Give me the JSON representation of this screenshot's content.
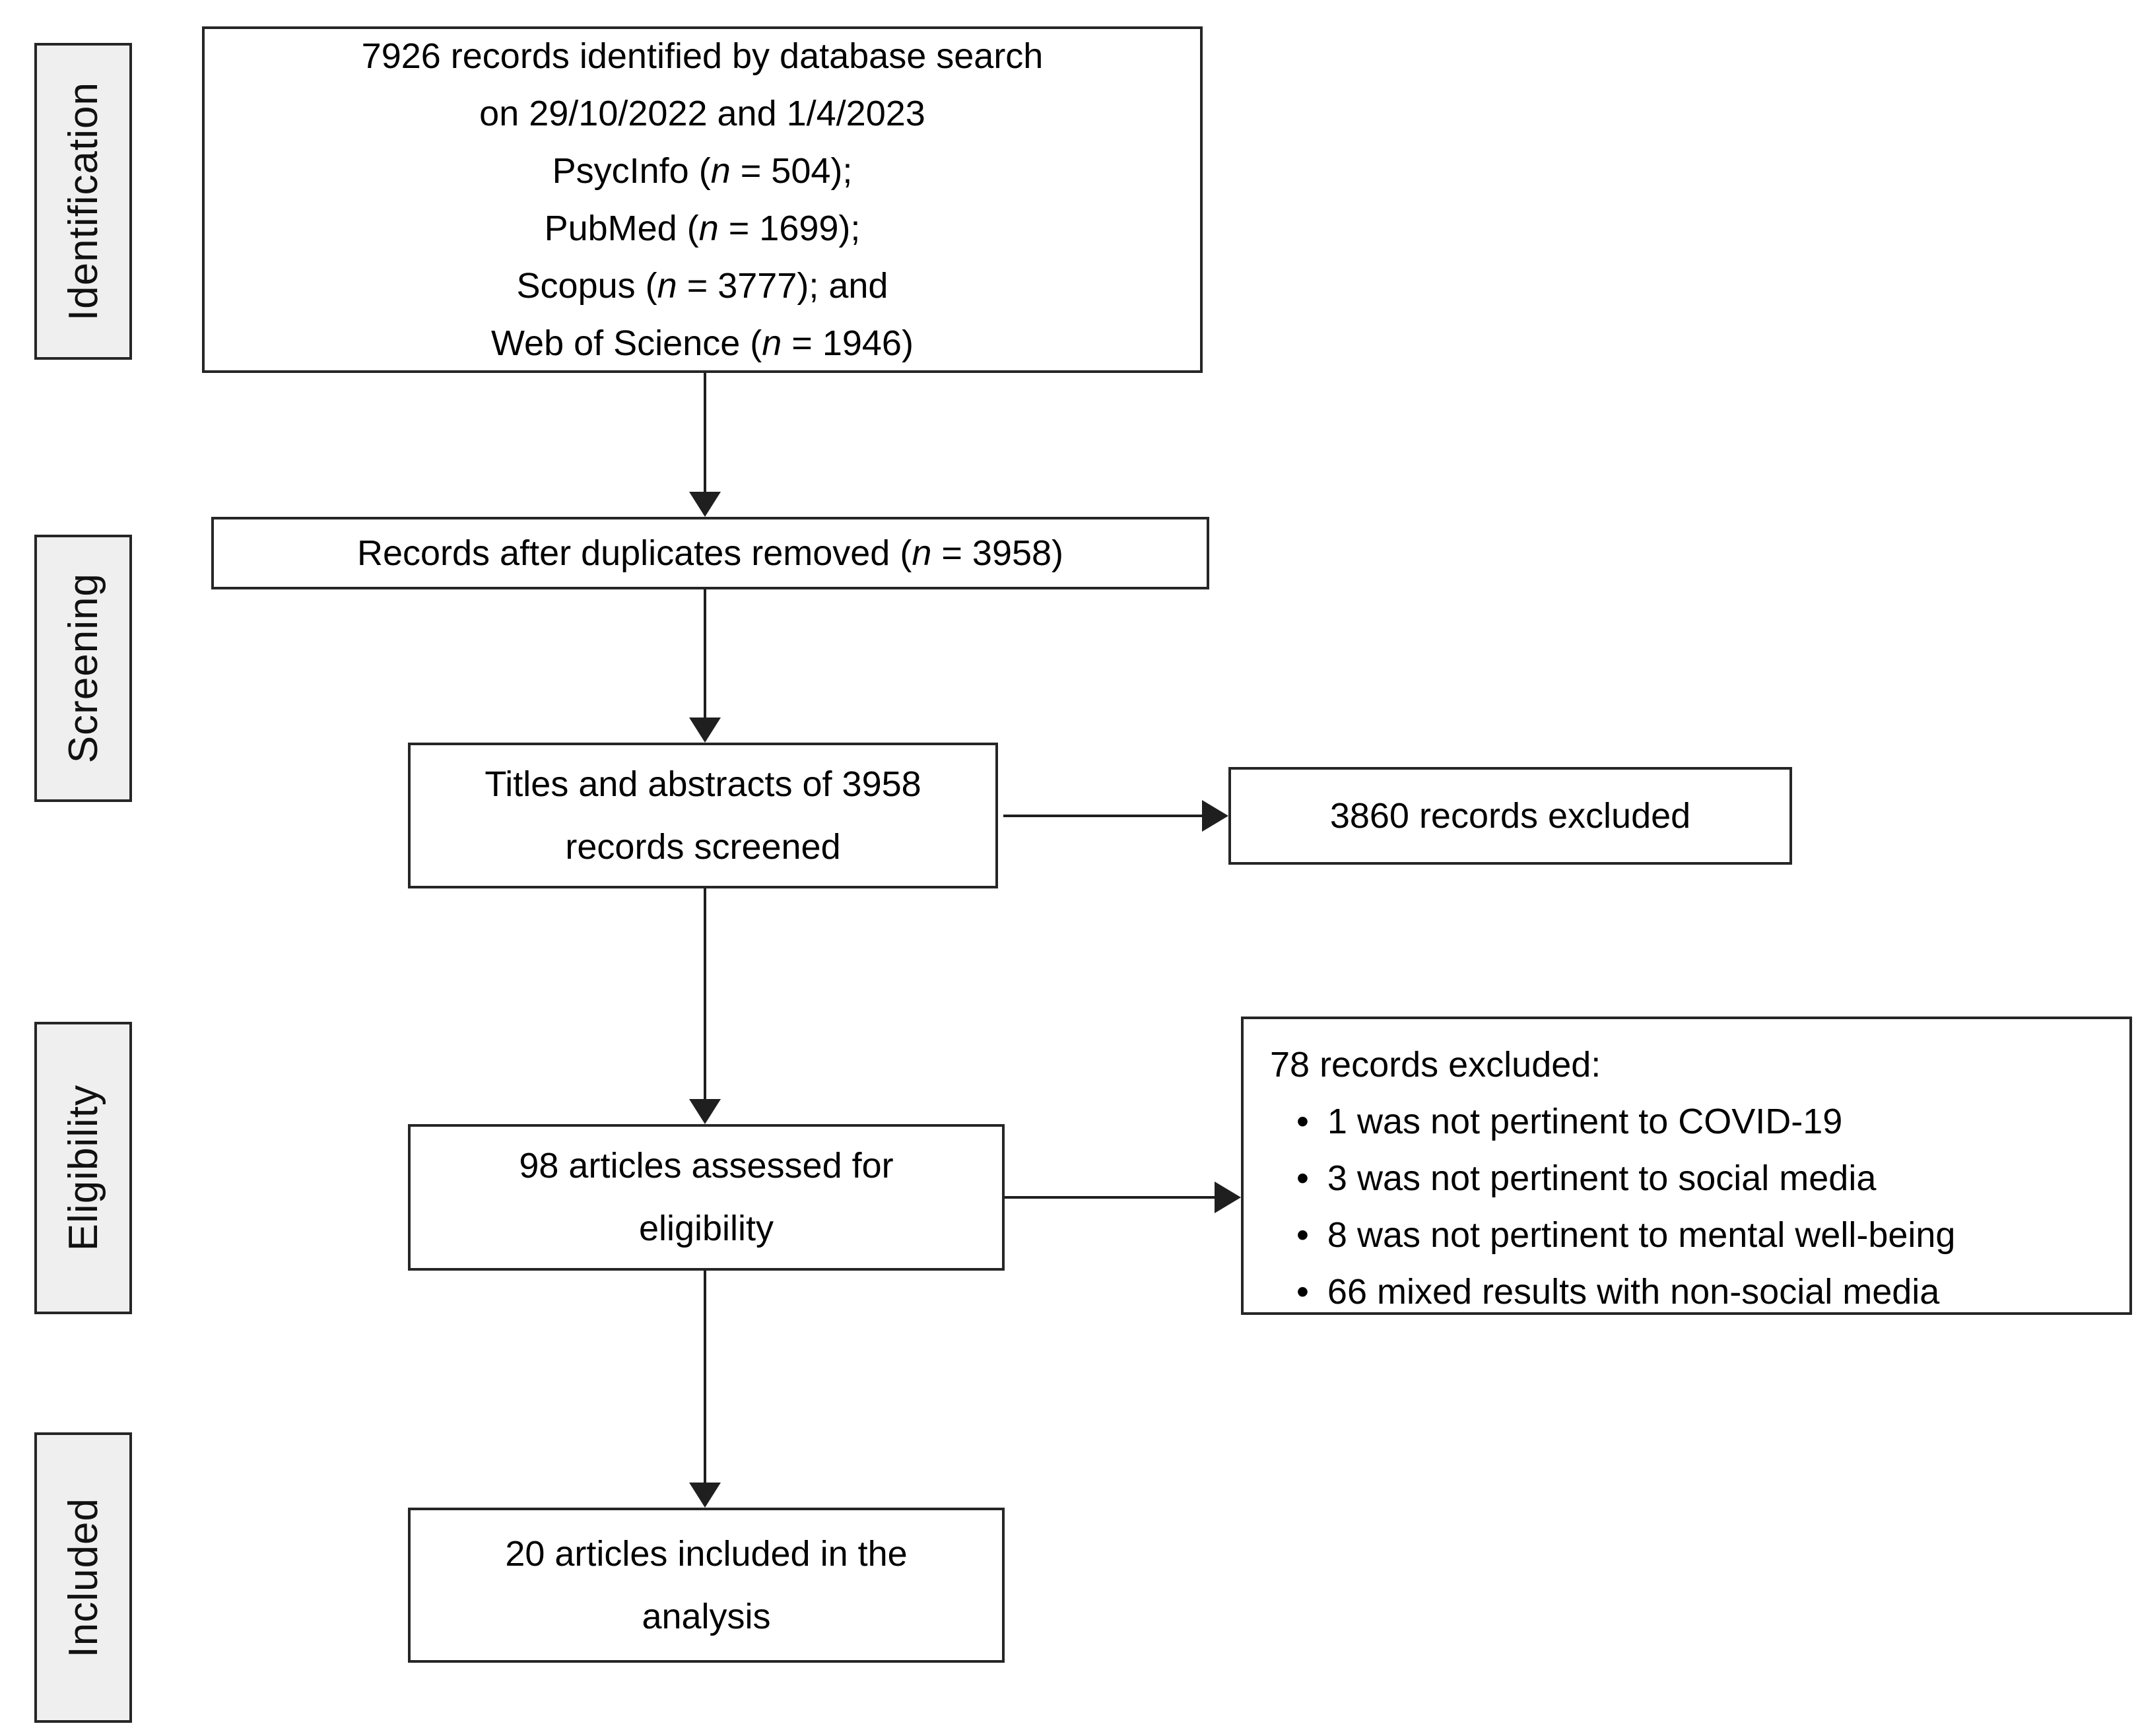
{
  "colors": {
    "background": "#ffffff",
    "box_border": "#262626",
    "stage_fill": "#efefef",
    "arrow": "#1f1f1f",
    "text": "#000000"
  },
  "icons": {
    "bullet": "•",
    "arrowhead_down": "solid black triangle pointing down",
    "arrowhead_right": "solid black triangle pointing right"
  },
  "stages": [
    {
      "id": "identification",
      "label": "Identification"
    },
    {
      "id": "screening",
      "label": "Screening"
    },
    {
      "id": "eligibility",
      "label": "Eligibility"
    },
    {
      "id": "included",
      "label": "Included"
    }
  ],
  "boxes": {
    "identified": {
      "lines": [
        "7926 records identified by database search",
        "on 29/10/2022 and 1/4/2023",
        "PsycInfo (n = 504);",
        "PubMed (n = 1699);",
        "Scopus (n = 3777); and",
        "Web of Science (n = 1946)"
      ]
    },
    "deduplicated": {
      "text": "Records after duplicates removed  (n = 3958)"
    },
    "screened": {
      "lines": [
        "Titles and abstracts of 3958",
        "records screened"
      ]
    },
    "screening_excluded": {
      "text": "3860 records excluded"
    },
    "assessed": {
      "lines": [
        "98 articles assessed for",
        "eligibility"
      ]
    },
    "eligibility_excluded": {
      "title": "78 records excluded:",
      "bullets": [
        "1 was not pertinent to COVID-19",
        "3 was not pertinent to social media",
        "8 was not pertinent to mental well-being",
        "66 mixed results with non-social media"
      ]
    },
    "included": {
      "lines": [
        "20 articles included in the",
        "analysis"
      ]
    }
  }
}
